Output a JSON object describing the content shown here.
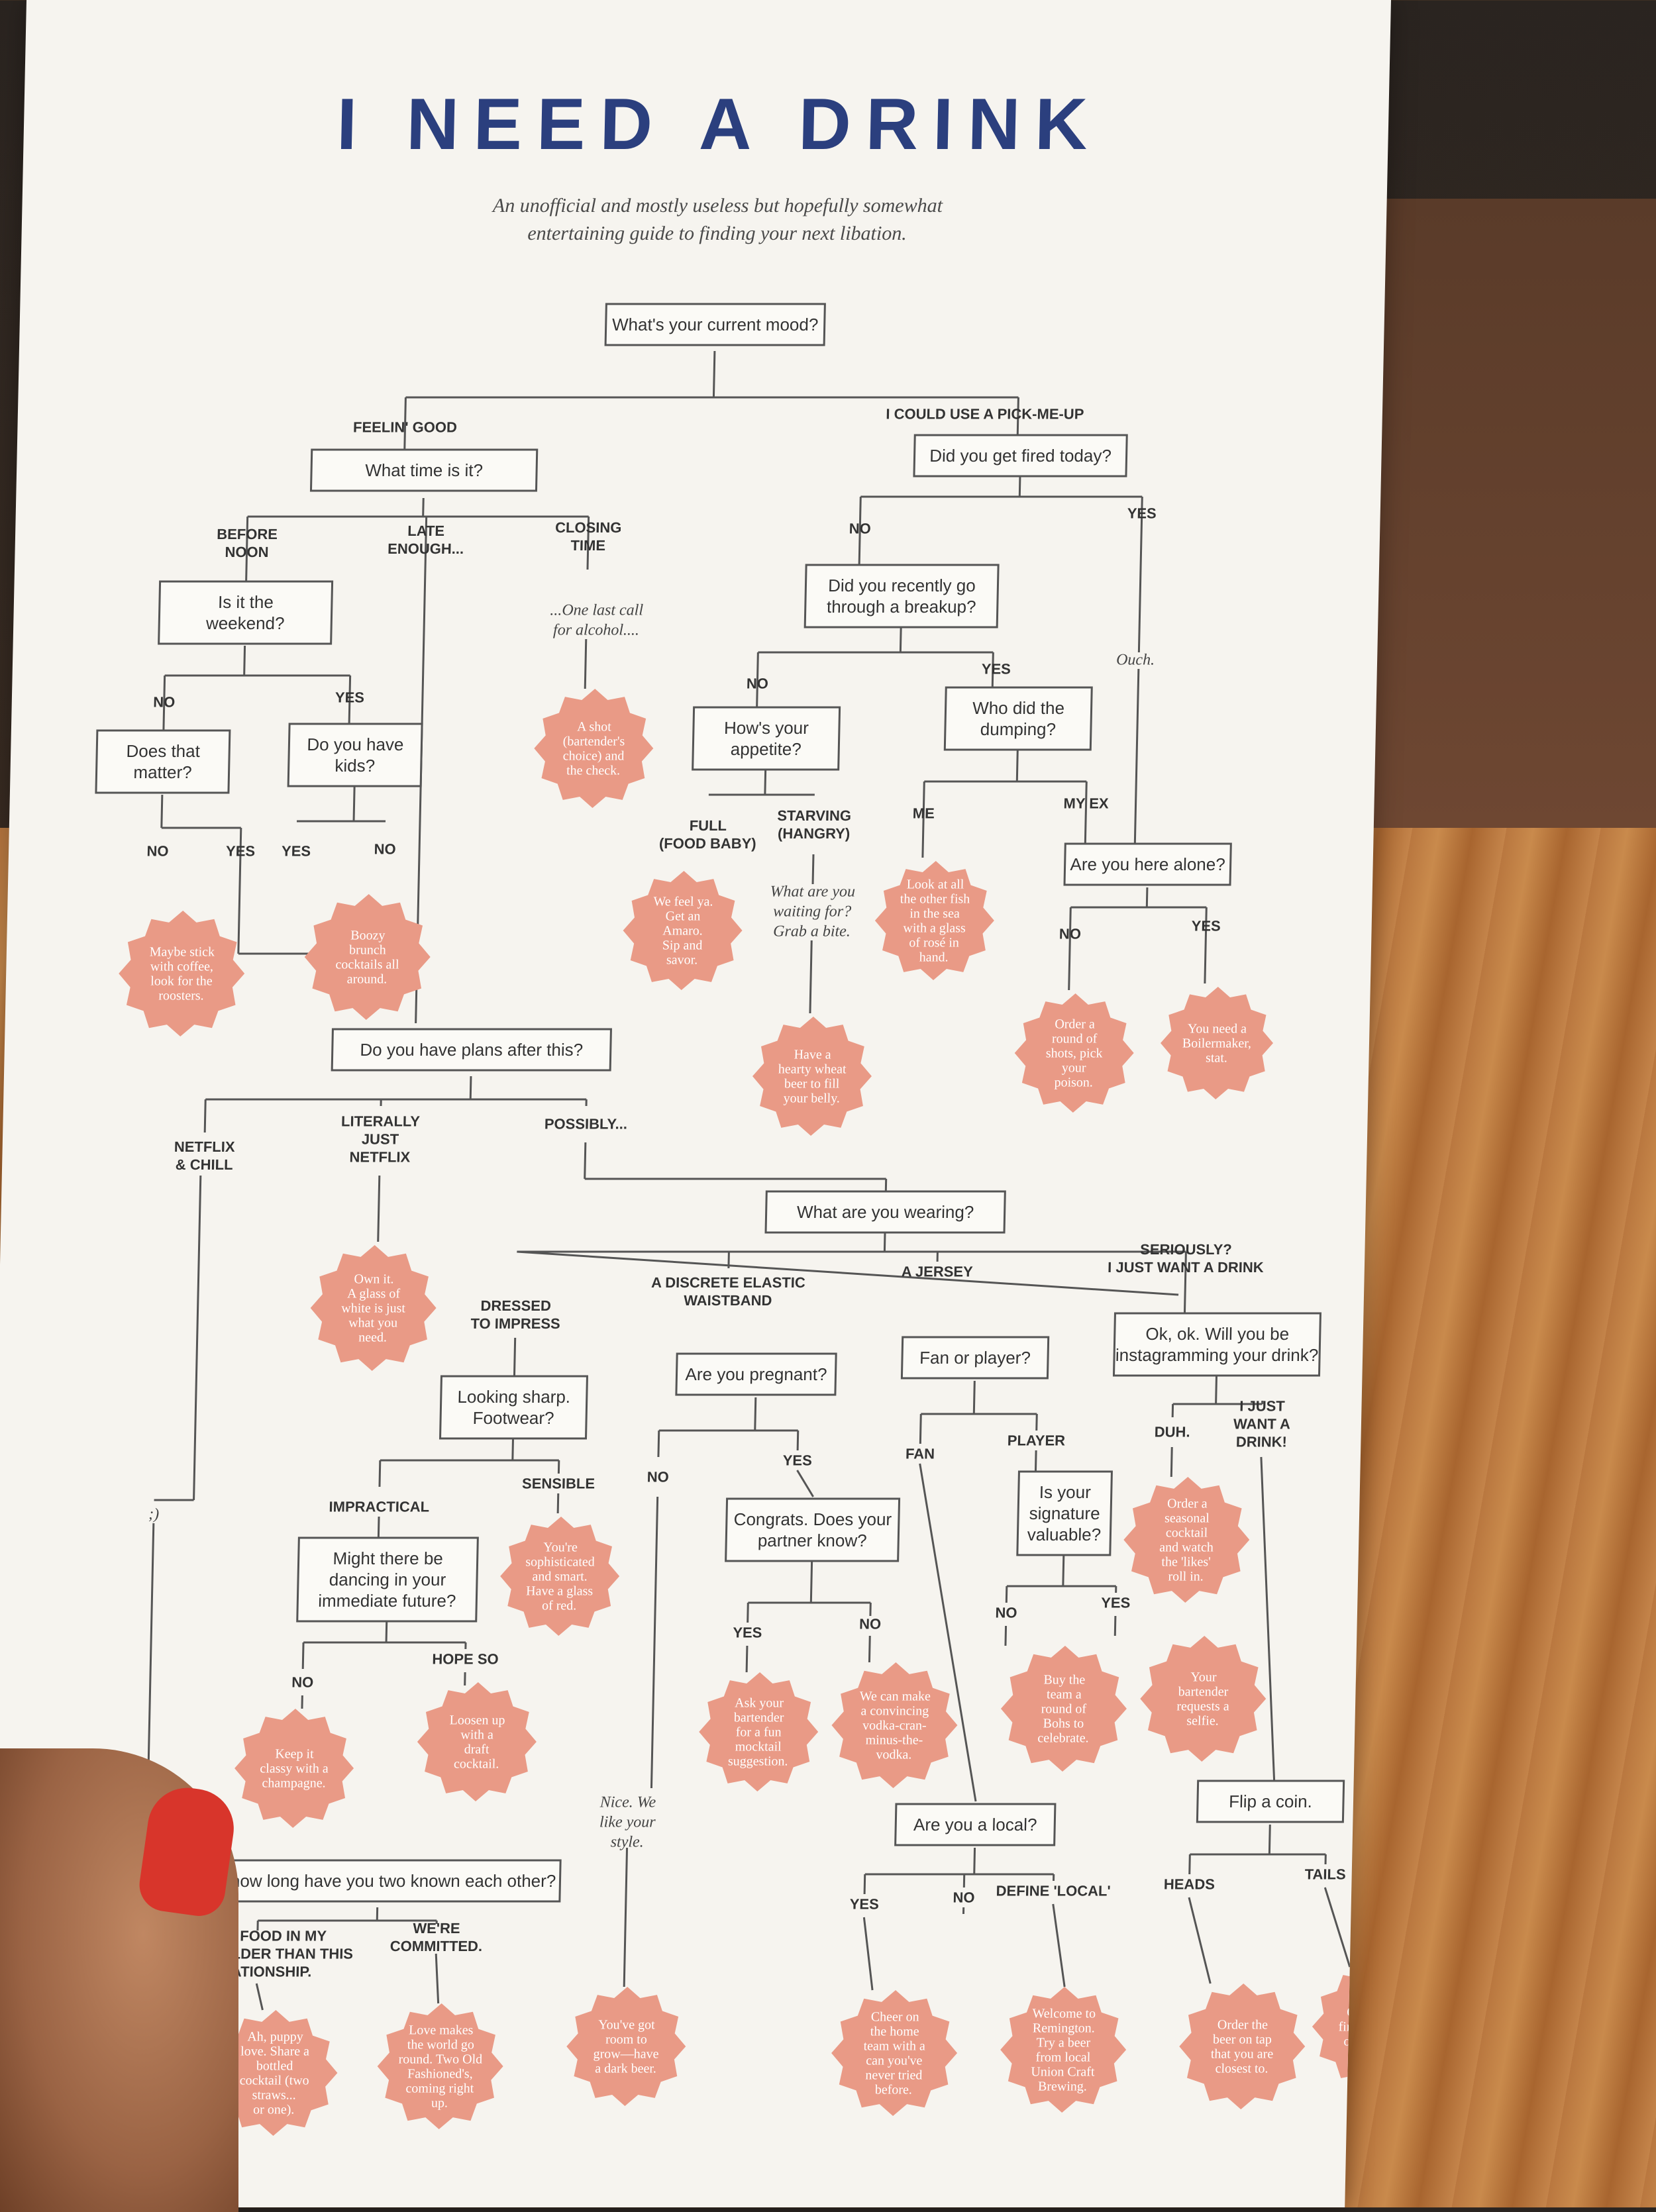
{
  "title": "I NEED A DRINK",
  "subtitle": [
    "An unofficial and mostly useless but hopefully somewhat",
    "entertaining guide to finding your next libation."
  ],
  "boxes": [
    {
      "id": "mood",
      "text": [
        "What's your current mood?"
      ]
    },
    {
      "id": "time",
      "text": [
        "What time is it?"
      ]
    },
    {
      "id": "fired",
      "text": [
        "Did you get fired today?"
      ]
    },
    {
      "id": "weekend",
      "text": [
        "Is it the",
        "weekend?"
      ]
    },
    {
      "id": "breakup",
      "text": [
        "Did you recently go",
        "through a breakup?"
      ]
    },
    {
      "id": "matter",
      "text": [
        "Does that",
        "matter?"
      ]
    },
    {
      "id": "kids",
      "text": [
        "Do you have",
        "kids?"
      ]
    },
    {
      "id": "appetite",
      "text": [
        "How's your",
        "appetite?"
      ]
    },
    {
      "id": "dumping",
      "text": [
        "Who did the",
        "dumping?"
      ]
    },
    {
      "id": "alone",
      "text": [
        "Are you here alone?"
      ]
    },
    {
      "id": "plans",
      "text": [
        "Do you have plans after this?"
      ]
    },
    {
      "id": "wearing",
      "text": [
        "What are you wearing?"
      ]
    },
    {
      "id": "footwear",
      "text": [
        "Looking sharp.",
        "Footwear?"
      ]
    },
    {
      "id": "pregnant",
      "text": [
        "Are you pregnant?"
      ]
    },
    {
      "id": "fan",
      "text": [
        "Fan or player?"
      ]
    },
    {
      "id": "insta",
      "text": [
        "Ok, ok. Will you be",
        "instagramming your drink?"
      ]
    },
    {
      "id": "dancing",
      "text": [
        "Might there be",
        "dancing in your",
        "immediate future?"
      ]
    },
    {
      "id": "partner",
      "text": [
        "Congrats. Does your",
        "partner know?"
      ]
    },
    {
      "id": "signature",
      "text": [
        "Is your",
        "signature",
        "valuable?"
      ]
    },
    {
      "id": "local",
      "text": [
        "Are you a local?"
      ]
    },
    {
      "id": "coin",
      "text": [
        "Flip a coin."
      ]
    },
    {
      "id": "known",
      "text": [
        "So, how long have you two known each other?"
      ]
    }
  ],
  "labels": [
    {
      "id": "l1",
      "text": [
        "FEELIN' GOOD"
      ]
    },
    {
      "id": "l2",
      "text": [
        "I COULD USE A PICK-ME-UP"
      ]
    },
    {
      "id": "l3",
      "text": [
        "BEFORE",
        "NOON"
      ]
    },
    {
      "id": "l4",
      "text": [
        "LATE",
        "ENOUGH..."
      ]
    },
    {
      "id": "l5",
      "text": [
        "CLOSING",
        "TIME"
      ]
    },
    {
      "id": "l6",
      "text": [
        "NO"
      ]
    },
    {
      "id": "l7",
      "text": [
        "YES"
      ]
    },
    {
      "id": "l8",
      "text": [
        "NO"
      ]
    },
    {
      "id": "l9",
      "text": [
        "YES"
      ]
    },
    {
      "id": "l10",
      "text": [
        "NO"
      ]
    },
    {
      "id": "l11",
      "text": [
        "YES"
      ]
    },
    {
      "id": "l12",
      "text": [
        "YES"
      ]
    },
    {
      "id": "l13",
      "text": [
        "NO"
      ]
    },
    {
      "id": "l14",
      "text": [
        "YES"
      ]
    },
    {
      "id": "l15",
      "text": [
        "NO"
      ]
    },
    {
      "id": "l16",
      "text": [
        "FULL",
        "(FOOD BABY)"
      ]
    },
    {
      "id": "l17",
      "text": [
        "STARVING",
        "(HANGRY)"
      ]
    },
    {
      "id": "l18",
      "text": [
        "ME"
      ]
    },
    {
      "id": "l19",
      "text": [
        "MY EX"
      ]
    },
    {
      "id": "l20",
      "text": [
        "NO"
      ]
    },
    {
      "id": "l21",
      "text": [
        "YES"
      ]
    },
    {
      "id": "l22",
      "text": [
        "NETFLIX",
        "& CHILL"
      ]
    },
    {
      "id": "l23",
      "text": [
        "LITERALLY",
        "JUST",
        "NETFLIX"
      ]
    },
    {
      "id": "l24",
      "text": [
        "POSSIBLY..."
      ]
    },
    {
      "id": "l25",
      "text": [
        "DRESSED",
        "TO IMPRESS"
      ]
    },
    {
      "id": "l26",
      "text": [
        "A DISCRETE ELASTIC",
        "WAISTBAND"
      ]
    },
    {
      "id": "l27",
      "text": [
        "A JERSEY"
      ]
    },
    {
      "id": "l28",
      "text": [
        "SERIOUSLY?",
        "I JUST WANT A DRINK"
      ]
    },
    {
      "id": "l29",
      "text": [
        "IMPRACTICAL"
      ]
    },
    {
      "id": "l30",
      "text": [
        "SENSIBLE"
      ]
    },
    {
      "id": "l31",
      "text": [
        "NO"
      ]
    },
    {
      "id": "l32",
      "text": [
        "YES"
      ]
    },
    {
      "id": "l33",
      "text": [
        "FAN"
      ]
    },
    {
      "id": "l34",
      "text": [
        "PLAYER"
      ]
    },
    {
      "id": "l35",
      "text": [
        "DUH."
      ]
    },
    {
      "id": "l36",
      "text": [
        "I JUST",
        "WANT A",
        "DRINK!"
      ]
    },
    {
      "id": "l37",
      "text": [
        "NO"
      ]
    },
    {
      "id": "l38",
      "text": [
        "HOPE SO"
      ]
    },
    {
      "id": "l39",
      "text": [
        "YES"
      ]
    },
    {
      "id": "l40",
      "text": [
        "NO"
      ]
    },
    {
      "id": "l41",
      "text": [
        "NO"
      ]
    },
    {
      "id": "l42",
      "text": [
        "YES"
      ]
    },
    {
      "id": "l43",
      "text": [
        "YES"
      ]
    },
    {
      "id": "l44",
      "text": [
        "NO"
      ]
    },
    {
      "id": "l45",
      "text": [
        "DEFINE 'LOCAL'"
      ]
    },
    {
      "id": "l46",
      "text": [
        "HEADS"
      ]
    },
    {
      "id": "l47",
      "text": [
        "TAILS"
      ]
    },
    {
      "id": "l48",
      "text": [
        "I HAVE FOOD IN MY",
        "FRIDGE OLDER THAN THIS",
        "RELATIONSHIP."
      ]
    },
    {
      "id": "l49",
      "text": [
        "WE'RE",
        "COMMITTED."
      ]
    }
  ],
  "notes": [
    {
      "id": "n1",
      "text": [
        "...One last call",
        "for alcohol...."
      ]
    },
    {
      "id": "n2",
      "text": [
        "Ouch."
      ]
    },
    {
      "id": "n3",
      "text": [
        "What are you",
        "waiting for?",
        "Grab a bite."
      ]
    },
    {
      "id": "n4",
      "text": [
        ";)"
      ]
    },
    {
      "id": "n5",
      "text": [
        "Nice. We",
        "like your",
        "style."
      ]
    }
  ],
  "answers": [
    {
      "id": "a1",
      "text": [
        "A shot",
        "(bartender's",
        "choice) and",
        "the check."
      ]
    },
    {
      "id": "a2",
      "text": [
        "Maybe stick",
        "with coffee,",
        "look for the",
        "roosters."
      ]
    },
    {
      "id": "a3",
      "text": [
        "Boozy",
        "brunch",
        "cocktails all",
        "around."
      ]
    },
    {
      "id": "a4",
      "text": [
        "We feel ya.",
        "Get an",
        "Amaro.",
        "Sip and",
        "savor."
      ]
    },
    {
      "id": "a5",
      "text": [
        "Look at all",
        "the other fish",
        "in the sea",
        "with a glass",
        "of rosé in",
        "hand."
      ]
    },
    {
      "id": "a6",
      "text": [
        "Have a",
        "hearty wheat",
        "beer to fill",
        "your belly."
      ]
    },
    {
      "id": "a7",
      "text": [
        "Order a",
        "round of",
        "shots, pick",
        "your",
        "poison."
      ]
    },
    {
      "id": "a8",
      "text": [
        "You need a",
        "Boilermaker,",
        "stat."
      ]
    },
    {
      "id": "a9",
      "text": [
        "Own it.",
        "A glass of",
        "white is just",
        "what you",
        "need."
      ]
    },
    {
      "id": "a10",
      "text": [
        "You're",
        "sophisticated",
        "and smart.",
        "Have a glass",
        "of red."
      ]
    },
    {
      "id": "a11",
      "text": [
        "Order a",
        "seasonal",
        "cocktail",
        "and watch",
        "the 'likes'",
        "roll in."
      ]
    },
    {
      "id": "a12",
      "text": [
        "Keep it",
        "classy with a",
        "champagne."
      ]
    },
    {
      "id": "a13",
      "text": [
        "Loosen up",
        "with a",
        "draft",
        "cocktail."
      ]
    },
    {
      "id": "a14",
      "text": [
        "Ask your",
        "bartender",
        "for a fun",
        "mocktail",
        "suggestion."
      ]
    },
    {
      "id": "a15",
      "text": [
        "We can make",
        "a convincing",
        "vodka-cran-",
        "minus-the-",
        "vodka."
      ]
    },
    {
      "id": "a16",
      "text": [
        "Buy the",
        "team a",
        "round of",
        "Bohs to",
        "celebrate."
      ]
    },
    {
      "id": "a17",
      "text": [
        "Your",
        "bartender",
        "requests a",
        "selfie."
      ]
    },
    {
      "id": "a18",
      "text": [
        "Ah, puppy",
        "love. Share a",
        "bottled",
        "cocktail (two",
        "straws...",
        "or one)."
      ]
    },
    {
      "id": "a19",
      "text": [
        "Love makes",
        "the world go",
        "round. Two Old",
        "Fashioned's,",
        "coming right",
        "up."
      ]
    },
    {
      "id": "a20",
      "text": [
        "You've got",
        "room to",
        "grow—have",
        "a dark beer."
      ]
    },
    {
      "id": "a21",
      "text": [
        "Cheer on",
        "the home",
        "team with a",
        "can you've",
        "never tried",
        "before."
      ]
    },
    {
      "id": "a22",
      "text": [
        "Welcome to",
        "Remington.",
        "Try a beer",
        "from local",
        "Union Craft",
        "Brewing."
      ]
    },
    {
      "id": "a23",
      "text": [
        "Order the",
        "beer on tap",
        "that you are",
        "closest to."
      ]
    },
    {
      "id": "a24",
      "text": [
        "Order the",
        "first cocktail",
        "on the list."
      ]
    }
  ]
}
